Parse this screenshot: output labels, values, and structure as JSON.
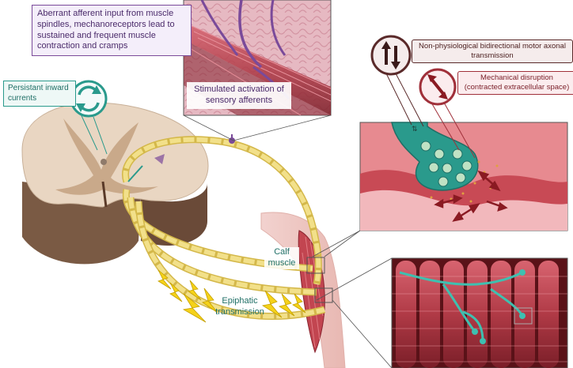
{
  "labels": {
    "aberrant": "Aberrant afferent input from muscle spindles, mechanoreceptors lead to sustained and frequent muscle contraction and cramps",
    "persistant": "Persistant inward currents",
    "stimulated": "Stimulated activation of sensory afferents",
    "non_physiological": "Non-physiological bidirectional motor axonal transmission",
    "mechanical": "Mechanical disruption (contracted extracellular space)",
    "calf": "Calf muscle",
    "epiphatic": "Epiphatic transmission"
  },
  "colors": {
    "purple": "#7a4a9a",
    "teal": "#2a9a8c",
    "red": "#a0303a",
    "dark_red": "#5a2a2a",
    "nerve_yellow": "#f2e08a",
    "muscle_red": "#a8323c",
    "spinal_tan": "#e9d6c2"
  },
  "icons": {
    "cycle": "circular-arrows-icon",
    "bidirectional": "vertical-double-arrow-icon",
    "mechanical": "diagonal-double-arrow-icon",
    "lightning": "lightning-bolt-icon"
  }
}
